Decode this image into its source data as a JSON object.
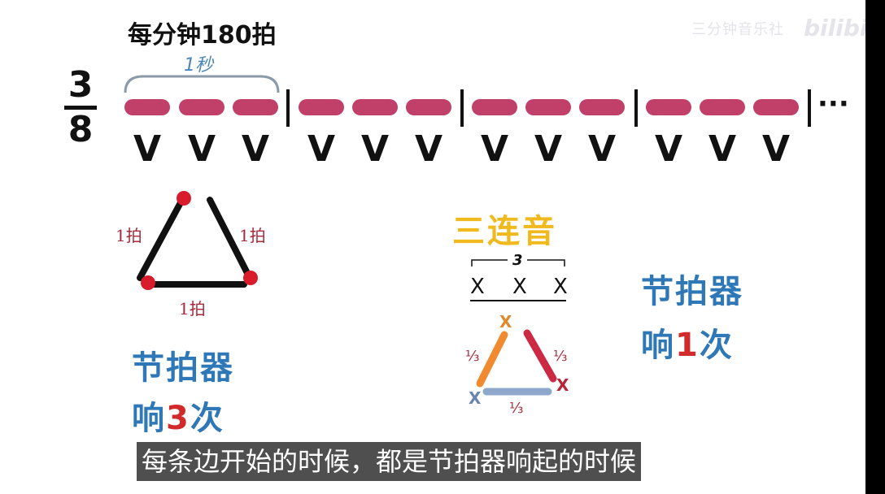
{
  "tempo_label": "每分钟180拍",
  "watermark": {
    "text": "三分钟音乐社",
    "logo": "bilibili"
  },
  "time_signature": {
    "numerator": "3",
    "denominator": "8"
  },
  "one_second_label": "1秒",
  "beat_mark": "V",
  "ellipsis": "···",
  "left_triangle": {
    "side_labels": [
      "1拍",
      "1拍",
      "1拍"
    ]
  },
  "left_caption": {
    "line1": "节拍器",
    "line2_prefix": "响",
    "line2_count": "3",
    "line2_suffix": "次"
  },
  "triplet": {
    "title": "三连音",
    "bracket_number": "3",
    "notes": [
      "X",
      "X",
      "X"
    ],
    "fraction_labels": [
      "⅓",
      "⅓",
      "⅓"
    ],
    "vertex_labels": [
      "X",
      "X",
      "X"
    ]
  },
  "right_caption": {
    "line1": "节拍器",
    "line2_prefix": "响",
    "line2_count": "1",
    "line2_suffix": "次"
  },
  "subtitle": "每条边开始的时候，都是节拍器响起的时候",
  "colors": {
    "dash": "#c0406a",
    "blue_text": "#2f78b8",
    "count_red": "#d12a2a",
    "triplet_yellow": "#f0b91e",
    "orange_side": "#f08a30",
    "red_side": "#cc2a44",
    "blue_side": "#8ea8cc"
  }
}
